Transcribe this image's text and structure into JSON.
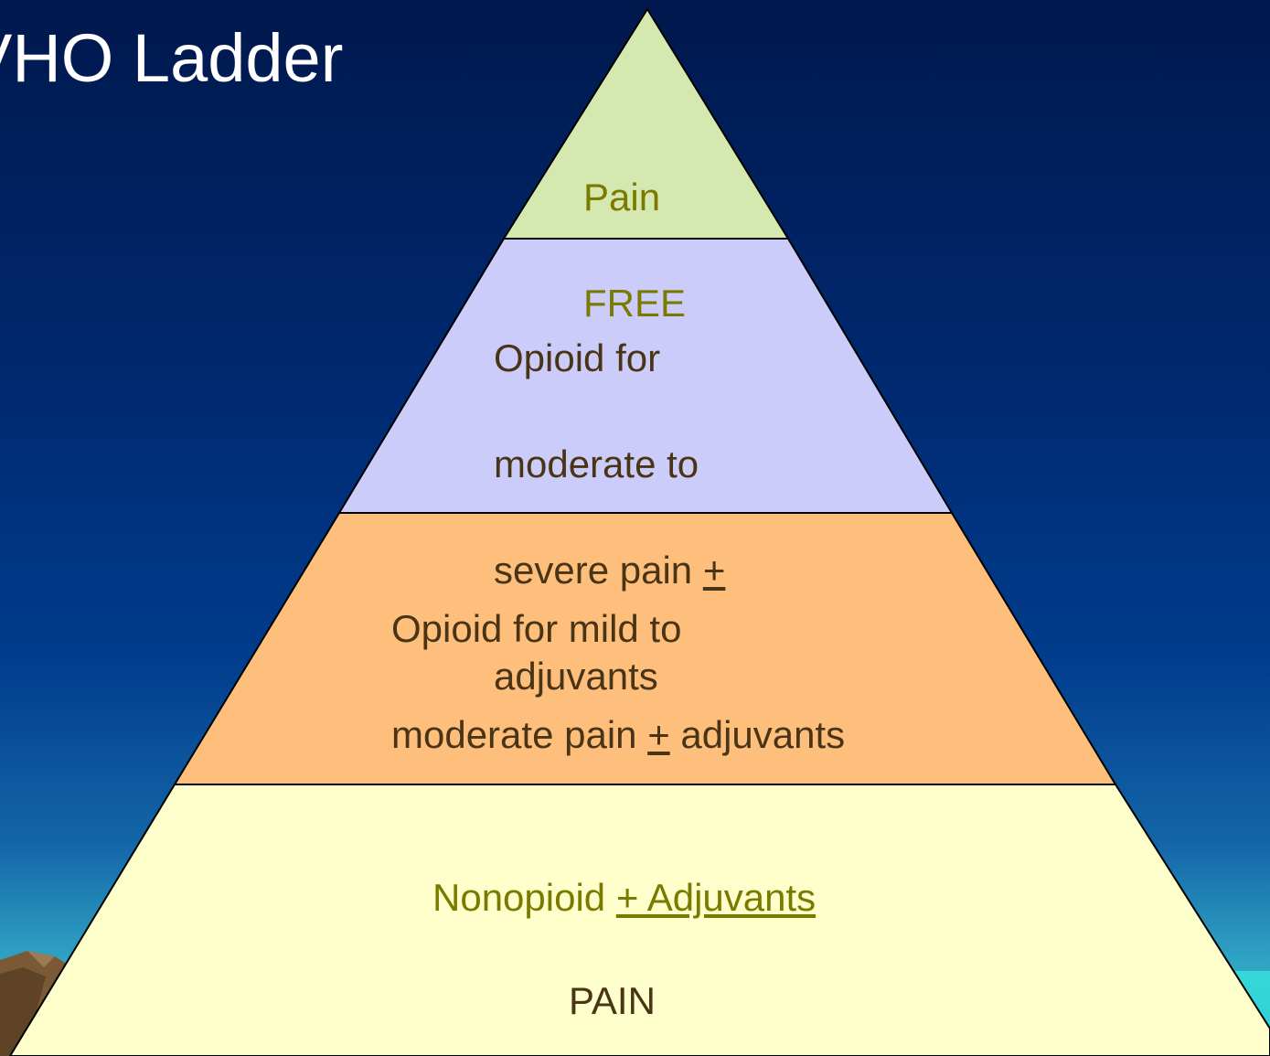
{
  "title": "VHO Ladder",
  "levels": {
    "top": {
      "line1": "Pain",
      "line2": "FREE",
      "fill": "#d4e8b0",
      "text_color": "#7a7a00"
    },
    "step3": {
      "line1": "Opioid for",
      "line2": "moderate to",
      "line3_a": "severe pain ",
      "line3_pm": "+",
      "line4": "adjuvants",
      "fill": "#ccccfa",
      "text_color": "#4a3416"
    },
    "step2": {
      "line1": "Opioid for mild to",
      "line2_a": "moderate pain ",
      "line2_pm": "+",
      "line2_b": " adjuvants",
      "fill": "#ffbf7c",
      "text_color": "#4a3416"
    },
    "step1": {
      "line1_a": "Nonopioid ",
      "line1_b": "+ Adjuvants",
      "line2": "PAIN",
      "fill": "#ffffcc",
      "text_color_line1": "#7a7a00",
      "text_color_line2": "#4a3416"
    }
  },
  "colors": {
    "background_top": "#00184d",
    "background_bottom": "#46c3cf",
    "outline": "#000000",
    "title": "#ffffff"
  }
}
